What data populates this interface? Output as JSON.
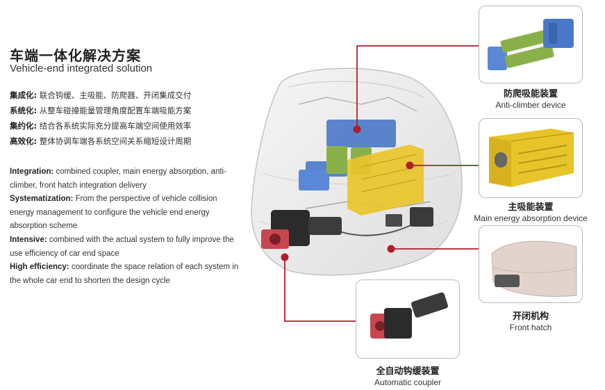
{
  "heading": {
    "title_cn": "车端一体化解决方案",
    "title_en": "Vehicle-end integrated solution"
  },
  "cn_items": [
    {
      "key": "集成化:",
      "text": "联合钩缓、主吸能、防爬器、开闭集成交付"
    },
    {
      "key": "系统化:",
      "text": "从整车碰撞能量管理角度配置车端吸能方案"
    },
    {
      "key": "集约化:",
      "text": "结合各系统实际充分提高车端空间使用效率"
    },
    {
      "key": "高效化:",
      "text": "整体协调车端各系统空间关系缩短设计周期"
    }
  ],
  "en_items": [
    {
      "key": "Integration:",
      "text": " combined coupler, main energy absorption, anti-climber, front hatch integration delivery"
    },
    {
      "key": "Systematization:",
      "text": " From the perspective of vehicle collision energy management to configure the vehicle end energy absorption scheme"
    },
    {
      "key": "Intensive:",
      "text": " combined with the actual system to fully improve the use efficiency of car end space"
    },
    {
      "key": "High efficiency:",
      "text": " coordinate the space relation of each system in the whole car end to shorten the design cycle"
    }
  ],
  "components": [
    {
      "cn": "防爬吸能装置",
      "en": "Anti-climber device"
    },
    {
      "cn": "主吸能装置",
      "en": "Main energy absorption device"
    },
    {
      "cn": "开闭机构",
      "en": "Front hatch"
    },
    {
      "cn": "全自动钩缓装置",
      "en": "Automatic coupler"
    }
  ],
  "colors": {
    "callout": "#b01e2a",
    "anti_climber_blue": "#4a78c8",
    "anti_climber_green": "#8ab04a",
    "absorber_yellow": "#e8c42a",
    "coupler_red": "#c8464e"
  }
}
